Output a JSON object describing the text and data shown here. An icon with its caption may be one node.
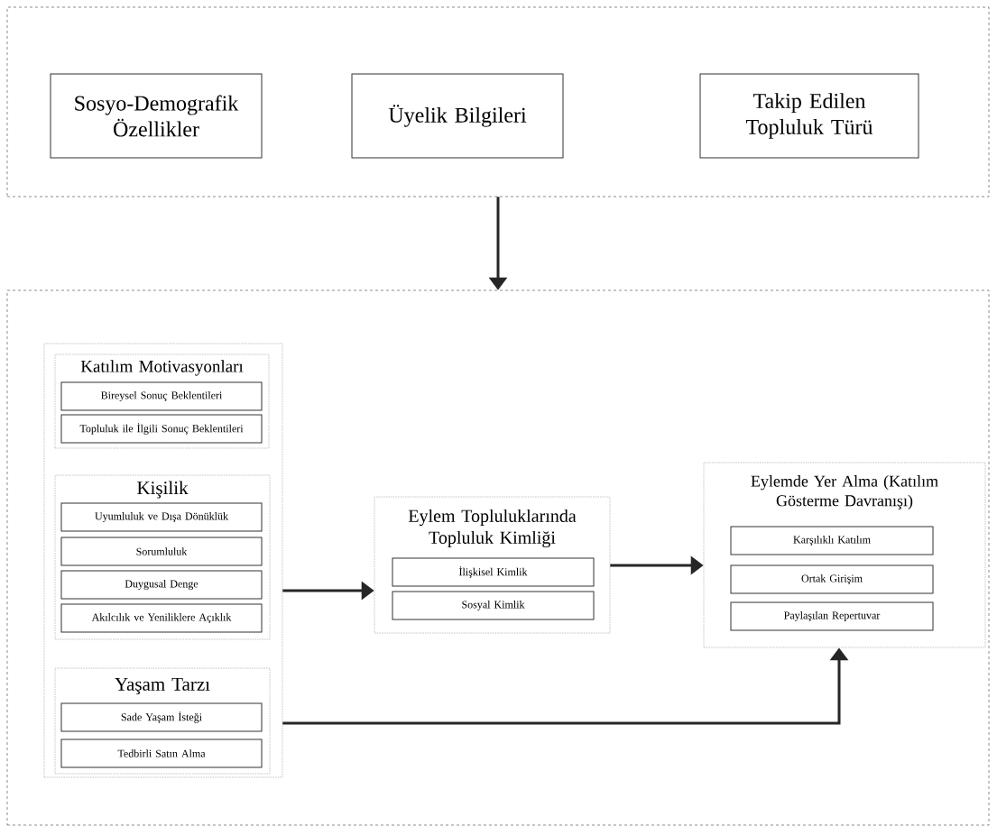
{
  "diagram": {
    "nodes": [
      {
        "text": [],
        "shape": "box"
      },
      {
        "text": [
          "Sosyo-Demografik Özellikler"
        ],
        "in": 0
      },
      {
        "text": [
          "Üyelik Bilgileri"
        ],
        "in": 0
      },
      {
        "text": [
          "Takip Edilen Topluluk Türü"
        ],
        "in": 0
      },
      {
        "text": [],
        "shape": "box"
      },
      {
        "text": [],
        "shape": "box",
        "in": 4
      },
      {
        "text": [
          "Katılım Motivasyonları"
        ],
        "in": 5
      },
      {
        "text": [
          "Bireysel Sonuç Beklentileri"
        ],
        "in": 6
      },
      {
        "text": [
          "Topluluk ile İlgili Sonuç Beklentileri"
        ],
        "in": 6
      },
      {
        "text": [
          "Kişilik"
        ],
        "in": 5
      },
      {
        "text": [
          "Uyumluluk ve Dışa Dönüklük"
        ],
        "in": 9
      },
      {
        "text": [
          "Sorumluluk"
        ],
        "in": 9
      },
      {
        "text": [
          "Duygusal Denge"
        ],
        "in": 9
      },
      {
        "text": [
          "Akılcılık ve Yeniliklere Açıklık"
        ],
        "in": 9
      },
      {
        "text": [
          "Yaşam Tarzı"
        ],
        "in": 5
      },
      {
        "text": [
          "Sade Yaşam İsteği"
        ],
        "in": 14
      },
      {
        "text": [
          "Tedbirli Satın Alma"
        ],
        "in": 14
      },
      {
        "text": [
          "Eylem Topluluklarında Topluluk Kimliği"
        ],
        "in": 4
      },
      {
        "text": [
          "İlişkisel Kimlik"
        ],
        "in": 17
      },
      {
        "text": [
          "Sosyal Kimlik"
        ],
        "in": 17
      },
      {
        "text": [
          "Eylemde Yer Alma (Katılım Gösterme Davranışı)"
        ],
        "in": 4
      },
      {
        "text": [
          "Karşılıklı Katılım"
        ],
        "in": 20
      },
      {
        "text": [
          "Ortak Girişim"
        ],
        "in": 20
      },
      {
        "text": [
          "Paylaşılan Repertuvar"
        ],
        "in": 20
      }
    ],
    "edges": [
      {
        "from": 0,
        "to": 4,
        "arrow": "to"
      },
      {
        "from": 5,
        "to": 17,
        "arrow": "to"
      },
      {
        "from": 17,
        "to": 20,
        "arrow": "to"
      },
      {
        "from": 5,
        "to": 20,
        "arrow": "to"
      }
    ]
  }
}
